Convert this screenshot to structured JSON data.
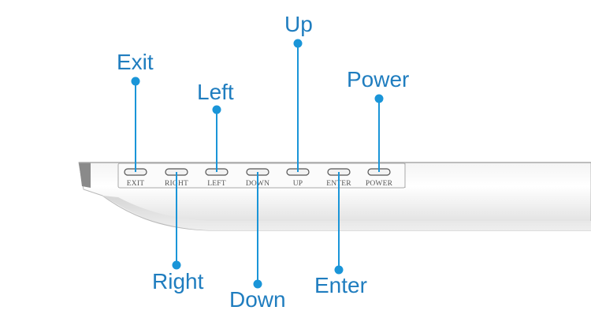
{
  "accent_color": "#1a95d8",
  "buttons": [
    {
      "id": "exit",
      "device_label": "EXIT",
      "callout": "Exit",
      "callout_side": "above"
    },
    {
      "id": "right",
      "device_label": "RIGHT",
      "callout": "Right",
      "callout_side": "below"
    },
    {
      "id": "left",
      "device_label": "LEFT",
      "callout": "Left",
      "callout_side": "above"
    },
    {
      "id": "down",
      "device_label": "DOWN",
      "callout": "Down",
      "callout_side": "below"
    },
    {
      "id": "up",
      "device_label": "UP",
      "callout": "Up",
      "callout_side": "above"
    },
    {
      "id": "enter",
      "device_label": "ENTER",
      "callout": "Enter",
      "callout_side": "below"
    },
    {
      "id": "power",
      "device_label": "POWER",
      "callout": "Power",
      "callout_side": "above"
    }
  ]
}
